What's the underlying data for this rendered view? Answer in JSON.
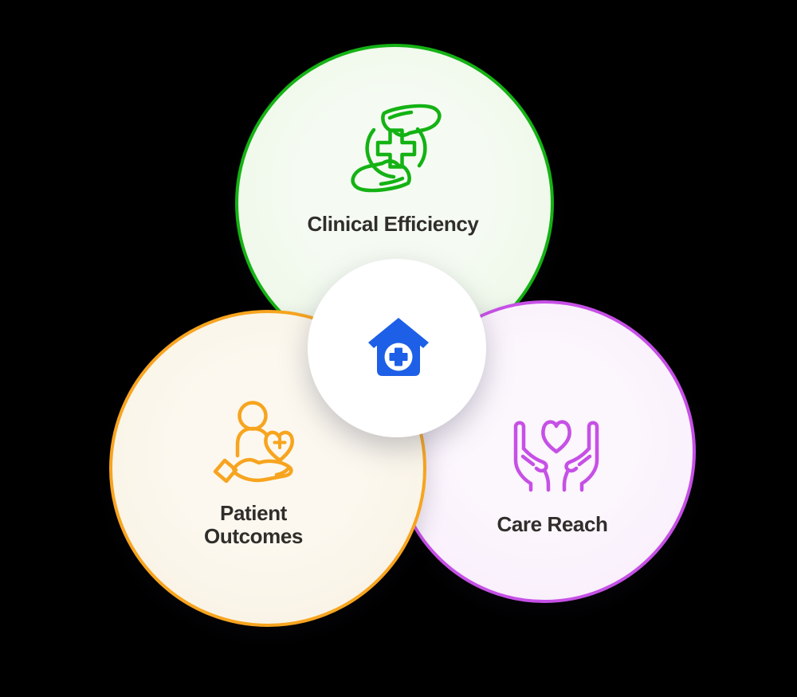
{
  "canvas": {
    "background": "#000000"
  },
  "venn": {
    "center_hub": {
      "icon": "medical-home-icon",
      "icon_color": "#1d5fe6",
      "bg_color": "#ffffff"
    },
    "circles": [
      {
        "key": "clinical-efficiency",
        "label": "Clinical Efficiency",
        "icon": "hands-around-medical-cross-icon",
        "border": "#14b214",
        "fill_center": "#f5fbf2",
        "fill_edge": "#eaf6e4"
      },
      {
        "key": "patient-outcomes",
        "label": "Patient Outcomes",
        "icon": "hand-holding-patient-heart-icon",
        "border": "#f7a41f",
        "fill_center": "#fcf8ef",
        "fill_edge": "#f8f1e1"
      },
      {
        "key": "care-reach",
        "label": "Care Reach",
        "icon": "hands-holding-heart-icon",
        "border": "#c650e6",
        "fill_center": "#fcf6fd",
        "fill_edge": "#f7ecfa"
      }
    ],
    "text_color": "#302e2b"
  }
}
